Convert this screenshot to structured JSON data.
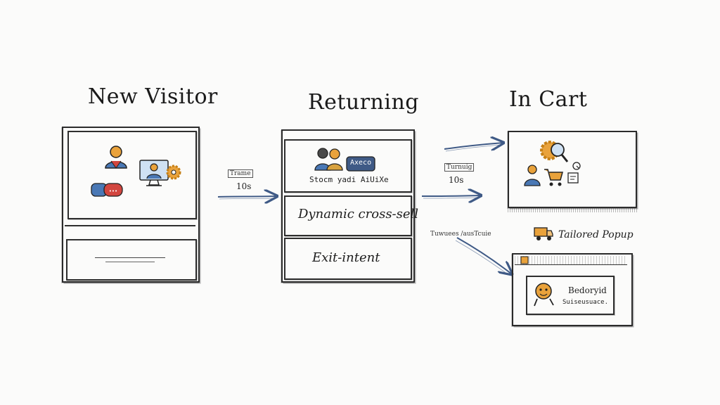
{
  "stages": {
    "new_visitor": {
      "title": "New Visitor"
    },
    "returning": {
      "title": "Returning",
      "banner_caption": "Stocm yadi AiUiXe",
      "badge_text": "Axeco",
      "slot_cross_sell": "Dynamic cross-sell",
      "slot_exit_intent": "Exit-intent"
    },
    "in_cart": {
      "title": "In Cart",
      "popup_label": "Tailored Popup",
      "popup_title": "Bedoryid",
      "popup_sub": "Suiseusuace."
    }
  },
  "transitions": {
    "first": {
      "label": "Trame",
      "value": "10s"
    },
    "second": {
      "label": "Turnuig",
      "value": "10s"
    },
    "branch": {
      "label": "Tuwuees /ausTcuie"
    }
  },
  "icons": {
    "new_visitor": [
      "person-icon",
      "monitor-person-icon",
      "chat-badge-icon",
      "gear-icon"
    ],
    "returning": [
      "two-people-icon",
      "card-badge-icon"
    ],
    "in_cart": [
      "gear-magnifier-icon",
      "person-icon",
      "cart-icon",
      "small-device-icon"
    ],
    "popup": [
      "truck-icon",
      "mascot-icon"
    ]
  },
  "colors": {
    "ink": "#1c1c1c",
    "arrow_blue": "#3f5a86",
    "accent_orange": "#e9a23b",
    "accent_blue": "#4a78b5",
    "accent_red": "#d2463f"
  }
}
